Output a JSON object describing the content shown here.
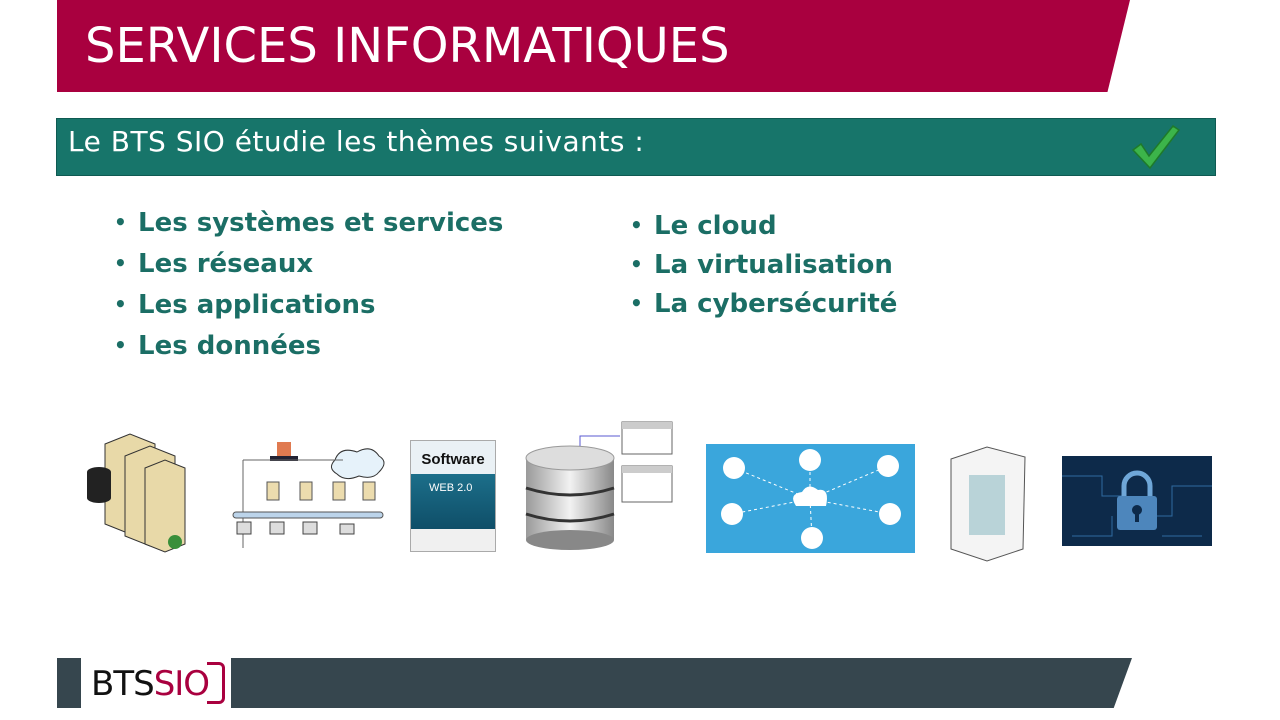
{
  "title": "SERVICES INFORMATIQUES",
  "subtitle": "Le BTS SIO étudie les thèmes suivants :",
  "themes_left": [
    "Les systèmes et services",
    "Les réseaux",
    "Les applications",
    "Les données"
  ],
  "themes_right": [
    "Le cloud",
    "La virtualisation",
    "La cybersécurité"
  ],
  "software_box": {
    "line1": "Software",
    "line2": "WEB 2.0"
  },
  "logo": {
    "bts": "BTS",
    "sio": "SIO"
  },
  "colors": {
    "title": "#a9003f",
    "subtitle": "#17756a",
    "text": "#1b6e65",
    "footer": "#36464e"
  }
}
